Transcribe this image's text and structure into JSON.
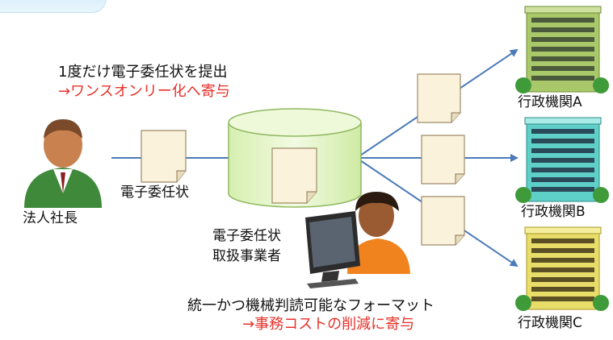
{
  "intro": {
    "line1": "1度だけ電子委任状を提出",
    "line2": "→ワンスオンリー化へ寄与"
  },
  "president": {
    "label": "法人社長"
  },
  "document_label": "電子委任状",
  "operator": {
    "line1": "電子委任状",
    "line2": "取扱事業者"
  },
  "format": {
    "line1": "統一かつ機械判読可能なフォーマット",
    "line2": "→事務コストの削減に寄与"
  },
  "agencies": [
    {
      "label": "行政機関A",
      "color": "#a9c86a"
    },
    {
      "label": "行政機関B",
      "color": "#5fd0c8"
    },
    {
      "label": "行政機関C",
      "color": "#e9dd6a"
    }
  ],
  "colors": {
    "accent_red": "#e8312a",
    "arrow": "#4a7ab8",
    "database": "#e6f6c8"
  }
}
